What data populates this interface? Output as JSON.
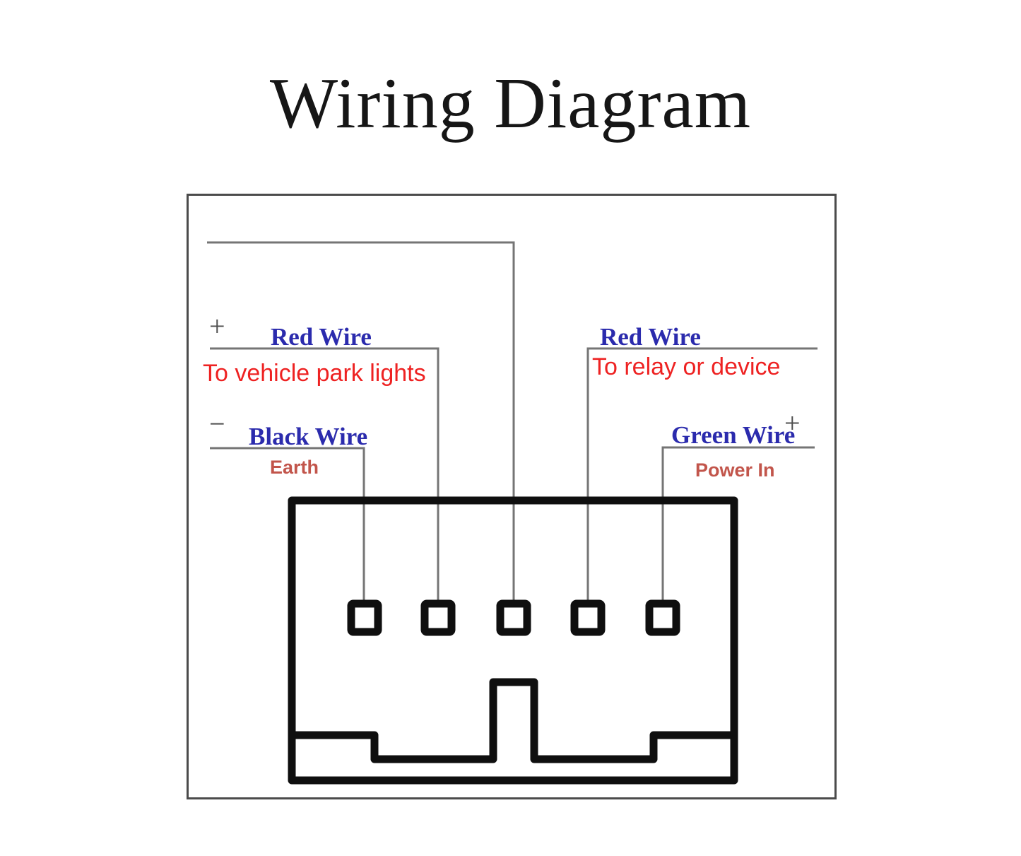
{
  "title": "Wiring Diagram",
  "wires": {
    "park_lights": {
      "polarity": "+",
      "name": "Red Wire",
      "note": "To vehicle park lights"
    },
    "earth": {
      "polarity": "−",
      "name": "Black Wire",
      "note": "Earth"
    },
    "relay": {
      "name": "Red Wire",
      "note": "To relay or device"
    },
    "power": {
      "name": "Green Wire",
      "polarity": "+",
      "note": "Power In"
    }
  },
  "colors": {
    "wire_label_blue": "#2b2bad",
    "annotation_red": "#ee2222",
    "annotation_muted_red": "#c2554b",
    "wire_line_gray": "#757575",
    "frame_gray": "#4b4b4b",
    "connector_black": "#0f0f0f",
    "background": "#ffffff"
  }
}
